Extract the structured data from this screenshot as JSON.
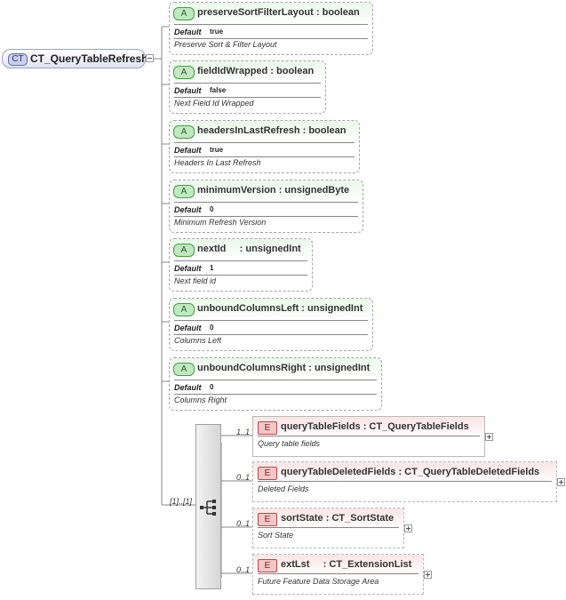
{
  "root": {
    "badge": "CT",
    "name": "CT_QueryTableRefresh"
  },
  "attribute_badge": "A",
  "element_badge": "E",
  "default_label": "Default",
  "attributes": [
    {
      "name": "preserveSortFilterLayout : boolean",
      "default": "true",
      "doc": "Preserve Sort & Filter Layout"
    },
    {
      "name": "fieldIdWrapped : boolean",
      "default": "false",
      "doc": "Next Field Id Wrapped"
    },
    {
      "name": "headersInLastRefresh : boolean",
      "default": "true",
      "doc": "Headers In Last Refresh"
    },
    {
      "name": "minimumVersion : unsignedByte",
      "default": "0",
      "doc": "Minimum Refresh Version"
    },
    {
      "name": "nextId     : unsignedInt",
      "default": "1",
      "doc": "Next field id"
    },
    {
      "name": "unboundColumnsLeft : unsignedInt",
      "default": "0",
      "doc": "Columns Left"
    },
    {
      "name": "unboundColumnsRight : unsignedInt",
      "default": "0",
      "doc": "Columns Right"
    }
  ],
  "sequence": {
    "cardinality": "[1]..[1]"
  },
  "elements": [
    {
      "cardinality": "1..1",
      "name": "queryTableFields : CT_QueryTableFields",
      "doc": "Query table fields",
      "optional": false
    },
    {
      "cardinality": "0..1",
      "name": "queryTableDeletedFields : CT_QueryTableDeletedFields",
      "doc": "Deleted Fields",
      "optional": true
    },
    {
      "cardinality": "0..1",
      "name": "sortState : CT_SortState",
      "doc": "Sort State",
      "optional": true
    },
    {
      "cardinality": "0..1",
      "name": "extLst     : CT_ExtensionList",
      "doc": "Future Feature Data Storage Area",
      "optional": true
    }
  ]
}
